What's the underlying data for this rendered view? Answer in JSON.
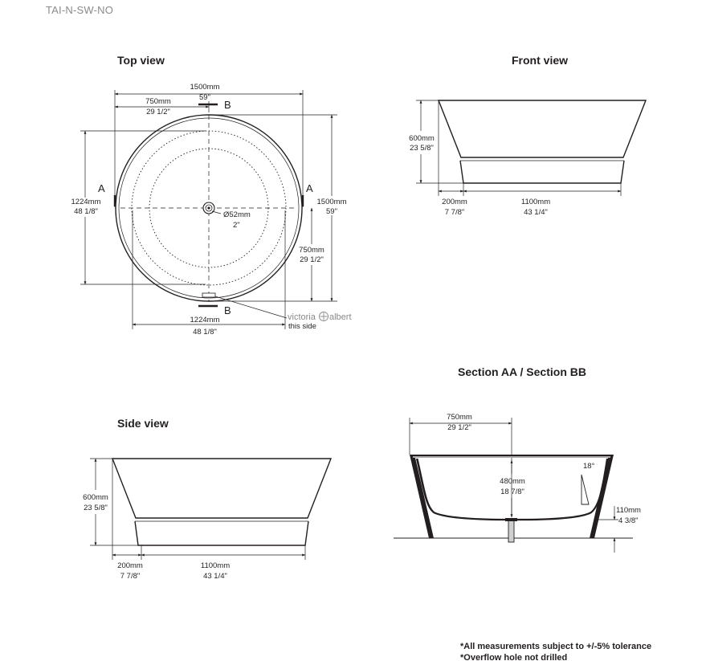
{
  "product_code": "TAI-N-SW-NO",
  "top_view": {
    "title": "Top view",
    "overall_width_mm": "1500mm",
    "overall_width_in": "59\"",
    "half_width_mm": "750mm",
    "half_width_in": "29 1/2\"",
    "inner_height_mm": "1224mm",
    "inner_height_in": "48 1/8\"",
    "overall_height_mm": "1500mm",
    "overall_height_in": "59\"",
    "half_height_mm": "750mm",
    "half_height_in": "29 1/2\"",
    "inner_width_mm": "1224mm",
    "inner_width_in": "48 1/8\"",
    "waste_mm": "Ø52mm",
    "waste_in": "2\"",
    "section_a": "A",
    "section_b": "B",
    "brand_left": "victoria",
    "brand_right": "albert",
    "brand_note": "this side"
  },
  "front_view": {
    "title": "Front view",
    "height_mm": "600mm",
    "height_in": "23 5/8\"",
    "overhang_mm": "200mm",
    "overhang_in": "7 7/8\"",
    "base_mm": "1100mm",
    "base_in": "43 1/4\""
  },
  "side_view": {
    "title": "Side view",
    "height_mm": "600mm",
    "height_in": "23 5/8\"",
    "overhang_mm": "200mm",
    "overhang_in": "7 7/8\"",
    "base_mm": "1100mm",
    "base_in": "43 1/4\""
  },
  "section_view": {
    "title": "Section AA / Section BB",
    "half_width_mm": "750mm",
    "half_width_in": "29 1/2\"",
    "depth_mm": "480mm",
    "depth_in": "18 7/8\"",
    "angle": "18°",
    "base_mm": "110mm",
    "base_in": "4 3/8\""
  },
  "notes": [
    "*All measurements subject to +/-5% tolerance",
    "*Overflow hole not drilled"
  ]
}
